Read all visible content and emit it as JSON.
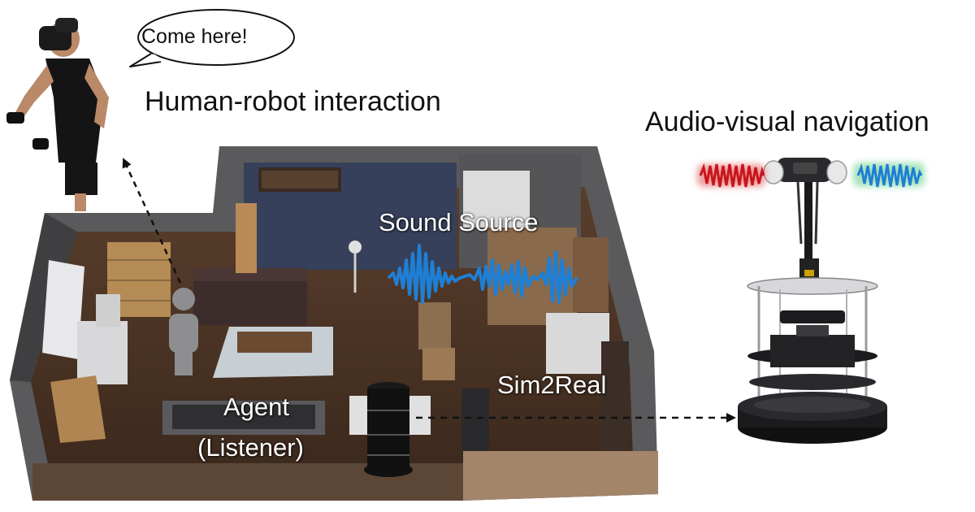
{
  "speech_bubble": {
    "text": "Come here!"
  },
  "labels": {
    "human_robot_interaction": "Human-robot interaction",
    "audio_visual_navigation": "Audio-visual navigation",
    "sound_source": "Sound Source",
    "agent_line1": "Agent",
    "agent_line2": "(Listener)",
    "sim2real": "Sim2Real"
  },
  "colors": {
    "sound_wave": "#1e7fd6",
    "left_audio": "#c8141b",
    "right_audio": "#1e7fd6",
    "wall_dark": "#4a4a4c",
    "floor": "#4b3426"
  }
}
